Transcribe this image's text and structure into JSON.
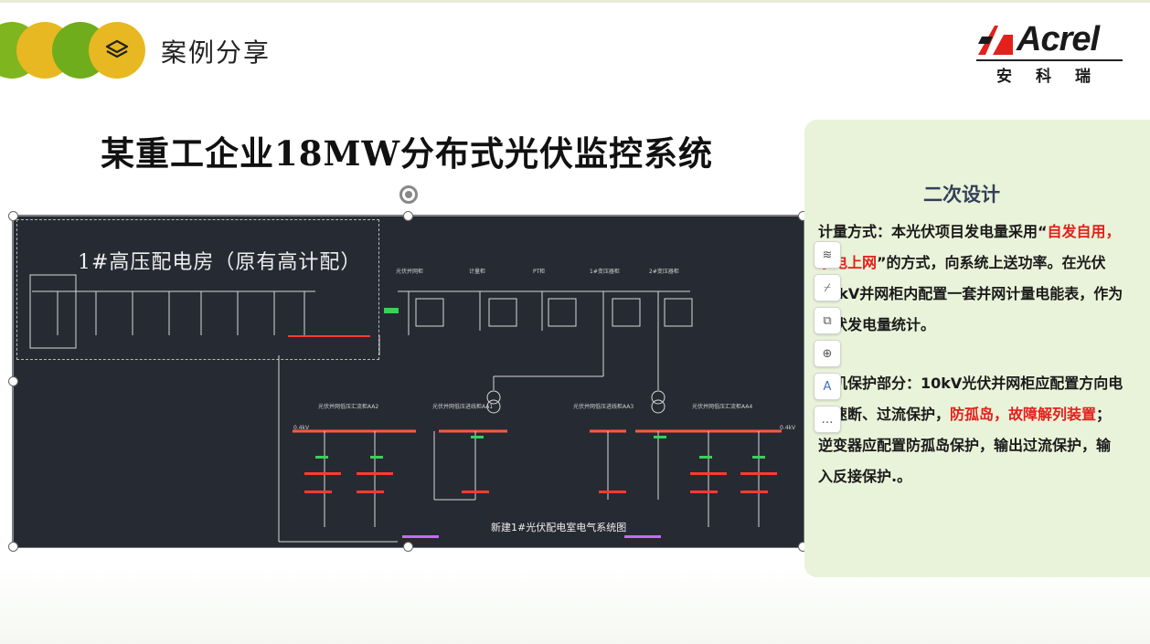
{
  "header": {
    "title": "案例分享",
    "icon": "layers-icon"
  },
  "logo": {
    "brand": "Acrel",
    "cn": "安科瑞",
    "mark_color": "#e3201b"
  },
  "main_title": "某重工企业18MW分布式光伏监控系统",
  "diagram": {
    "hv_title": "1#高压配电房（原有高计配）",
    "caption": "新建1#光伏配电室电气系统图",
    "cabinet_labels": [
      "光伏并网柜",
      "计量柜",
      "PT柜",
      "1#变压器柜",
      "2#变压器柜"
    ],
    "lv_labels": [
      "光伏并网低压汇流柜AA2",
      "光伏并网低压进线柜AA1",
      "光伏并网低压进线柜AA3",
      "光伏并网低压汇流柜AA4"
    ],
    "voltage_left": "0.4kV",
    "voltage_right": "0.4kV"
  },
  "panel": {
    "title": "二次设计",
    "p1": {
      "pre": "计量方式：本光伏项目发电量采用“",
      "red": "自发自用，余电上网",
      "post": "”的方式，向系统上送功率。在光伏10kV并网柜内配置一套并网计量电能表，作为光伏发电量统计。"
    },
    "p2": {
      "pre": "电机保护部分：10kV光伏并网柜应配置方向电流速断、过流保护，",
      "red": "防孤岛，故障解列装置",
      "post": "；逆变器应配置防孤岛保护，输出过流保护，输入反接保护.。"
    }
  },
  "toolbar": {
    "items": [
      {
        "name": "layers-icon",
        "glyph": "≋"
      },
      {
        "name": "crop-icon",
        "glyph": "⌿"
      },
      {
        "name": "copy-icon",
        "glyph": "⧉"
      },
      {
        "name": "zoom-icon",
        "glyph": "⊕"
      },
      {
        "name": "text-recognize-icon",
        "glyph": "A"
      },
      {
        "name": "more-icon",
        "glyph": "…"
      }
    ]
  }
}
